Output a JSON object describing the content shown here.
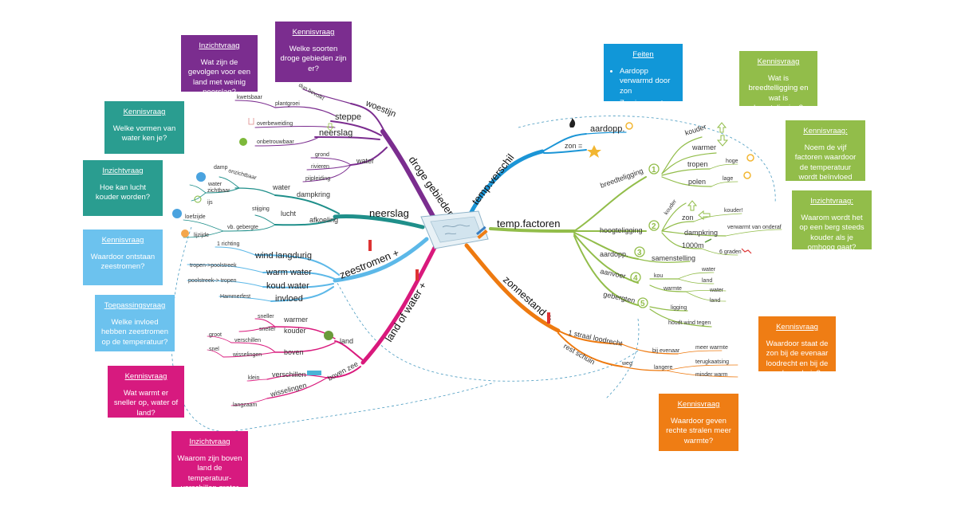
{
  "center": "temp.factoren",
  "branches": {
    "droge": {
      "label": "droge gebieden",
      "woestijn": "woestijn",
      "steppe": "steppe",
      "neerslag": "neerslag",
      "dun_bevolkt": "dun bevolkt",
      "plantgroei": "plantgroei",
      "kwetsbaar": "kwetsbaar",
      "overbeweiding": "overbeweiding",
      "onbetrouwbaar": "onbetrouwbaar",
      "water": "water",
      "grond": "grond",
      "rivieren": "rivieren",
      "pijpleiding": "pijpleiding"
    },
    "neerslag": {
      "label": "neerslag",
      "dampkring": "dampkring",
      "water": "water",
      "onzichtbaar": "onzichtbaar",
      "damp": "damp",
      "zichtbaar": "zichtbaar",
      "water2": "water",
      "ijs": "ijs",
      "afkoeling": "afkoeling",
      "lucht": "lucht",
      "stijging": "stijging",
      "vb_gebergte": "vb. gebergte",
      "loefzijde": "loefzijde",
      "lijzijde": "lijzijde"
    },
    "zeestromen": {
      "label": "zeestromen +",
      "wind_langdurig": "wind langdurig",
      "richting": "1 richting",
      "warm_water": "warm water",
      "tropen_poolstreek": "tropen->poolstreek",
      "koud_water": "koud water",
      "poolstreek_tropen": "poolstreek-> tropen",
      "invloed": "invloed",
      "hammerfest": "Hammerfest"
    },
    "landwater": {
      "label": "land of water +",
      "land": "land",
      "kouder": "kouder",
      "warmer": "warmer",
      "sneller1": "sneller",
      "sneller2": "sneller",
      "boven": "boven",
      "verschillen": "verschillen",
      "groot": "groot",
      "wisselingen": "wisselingen",
      "snel": "snel",
      "boven_zee": "boven zee",
      "verschillen2": "verschillen",
      "klein": "klein",
      "wisselingen2": "wisselingen",
      "langzaam": "langzaam"
    },
    "tempverschil": {
      "label": "temp.verschil",
      "aardopp": "aardopp.",
      "zon": "zon ="
    },
    "factoren": {
      "breedteligging": "breedteligging",
      "n1": "1",
      "kouder": "kouder",
      "warmer": "warmer",
      "tropen": "tropen",
      "hoge": "hoge",
      "polen": "polen",
      "lage": "lage",
      "hoogteligging": "hoogteligging",
      "n2": "2",
      "kouder2": "kouder",
      "zon": "zon",
      "kouder3": "kouder!",
      "dampkring": "dampkring",
      "verwarmt": "verwarmt van onderaf",
      "m1000": "1000m",
      "graden": "6 graden",
      "aardopp": "aardopp.",
      "n3": "3",
      "samenstelling": "samenstelling",
      "aanvoer": "aanvoer",
      "n4": "4",
      "kou": "kou",
      "water1": "water",
      "land1": "land",
      "warmte": "warmte",
      "water2": "water",
      "land2": "land",
      "gebergten": "gebergten",
      "n5": "5",
      "ligging": "ligging",
      "houdt": "houdt wind tegen"
    },
    "zonnestand": {
      "label": "zonnestand +",
      "loodrecht": "1 straal loodrecht",
      "schuin": "rest schuin",
      "bij_evenaar": "bij evenaar",
      "meer_warmte": "meer warmte",
      "weg": "weg",
      "langere": "langere",
      "terugkaatsing": "terugkaatsing",
      "minder_warm": "minder warm"
    }
  },
  "cards": {
    "c1": {
      "title": "Inzichtvraag",
      "text": "Wat zijn de gevolgen voor een land met weinig neerslag?"
    },
    "c2": {
      "title": "Kennisvraag",
      "text": "Welke soorten droge gebieden zijn er?"
    },
    "c3": {
      "title": "Kennisvraag",
      "text": "Welke vormen van water ken je?"
    },
    "c4": {
      "title": "Inzichtvraag",
      "text": "Hoe kan lucht kouder worden?"
    },
    "c5": {
      "title": "Kennisvraag",
      "text": "Waardoor ontstaan zeestromen?"
    },
    "c6": {
      "title": "Toepassingsvraag",
      "text": "Welke invloed hebben zeestromen op de temperatuur?"
    },
    "c7": {
      "title": "Kennisvraag",
      "text": "Wat warmt er sneller op, water of land?"
    },
    "c8": {
      "title": "Inzichtvraag",
      "text": "Waarom zijn boven land de temperatuur-verschillen groter dan boven zee?"
    },
    "c9": {
      "title": "Feiten",
      "items": [
        "Aardopp verwarmd door zon",
        "Zon is een ster"
      ]
    },
    "c10": {
      "title": "Kennisvraag",
      "text": "Wat is breedtelligging en wat is hoogteligging?"
    },
    "c11": {
      "title": "Kennisvraag:",
      "text": "Noem de vijf factoren waardoor de temperatuur wordt beïnvloed"
    },
    "c12": {
      "title": "Inzichtvraag:",
      "text": "Waarom wordt het op een berg steeds kouder als je omhoog gaat?"
    },
    "c13": {
      "title": "Kennisvraag",
      "text": "Waardoor staat de zon bij de evenaar loodrecht en bij de polen schuin?"
    },
    "c14": {
      "title": "Kennisvraag",
      "text": "Waardoor geven rechte stralen meer warmte?"
    }
  },
  "colors": {
    "droge": "#7b2d8f",
    "neerslag": "#1f8f8a",
    "zeestromen": "#5cb8e8",
    "landwater": "#d9197c",
    "tempverschil": "#1b95d6",
    "factoren": "#92bd4a",
    "zonnestand": "#ee7a10"
  }
}
